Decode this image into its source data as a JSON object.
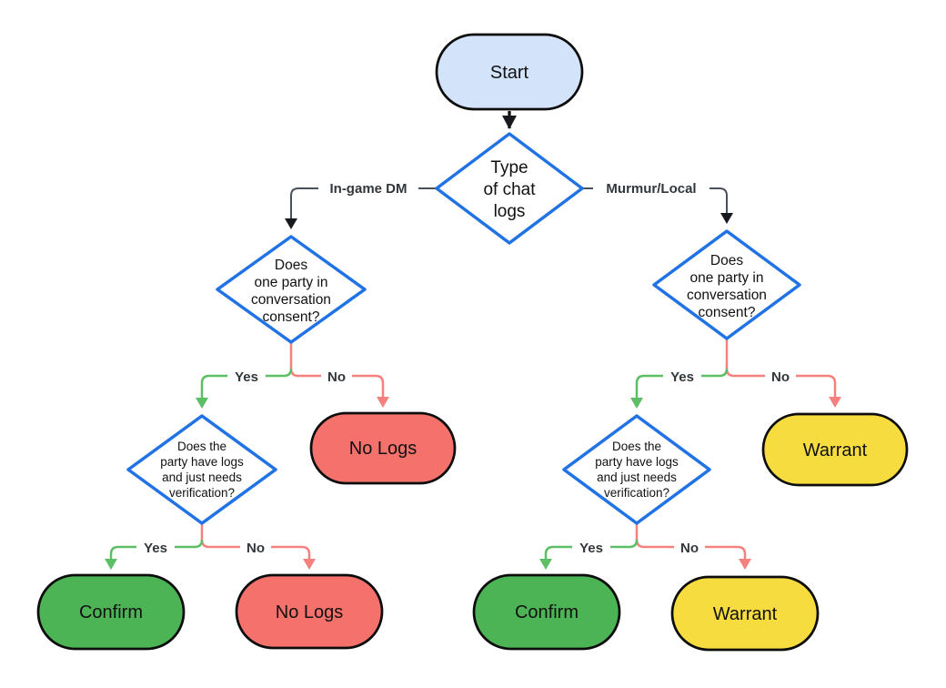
{
  "diagram": {
    "nodes": {
      "start": {
        "label": "Start"
      },
      "type_decision": {
        "lines": [
          "Type",
          "of chat",
          "logs"
        ]
      },
      "consent_left": {
        "lines": [
          "Does",
          "one party in",
          "conversation",
          "consent?"
        ]
      },
      "consent_right": {
        "lines": [
          "Does",
          "one party in",
          "conversation",
          "consent?"
        ]
      },
      "verify_left": {
        "lines": [
          "Does the",
          "party have logs",
          "and just needs",
          "verification?"
        ]
      },
      "verify_right": {
        "lines": [
          "Does the",
          "party have logs",
          "and just needs",
          "verification?"
        ]
      },
      "no_logs_mid_left": {
        "label": "No Logs"
      },
      "warrant_mid_right": {
        "label": "Warrant"
      },
      "confirm_bottom_left": {
        "label": "Confirm"
      },
      "no_logs_bottom_left": {
        "label": "No Logs"
      },
      "confirm_bottom_right": {
        "label": "Confirm"
      },
      "warrant_bottom_right": {
        "label": "Warrant"
      }
    },
    "edge_labels": {
      "in_game_dm": "In-game DM",
      "murmur_local": "Murmur/Local",
      "yes": "Yes",
      "no": "No"
    },
    "colors": {
      "start_fill": "#d2e3fa",
      "decision_stroke": "#2173e5",
      "deny_fill": "#f4716c",
      "confirm_fill": "#4cb455",
      "warrant_fill": "#f7dc40",
      "yes_line": "#5cbf66",
      "no_line": "#f4817e",
      "connector_line": "#4a5158"
    }
  }
}
